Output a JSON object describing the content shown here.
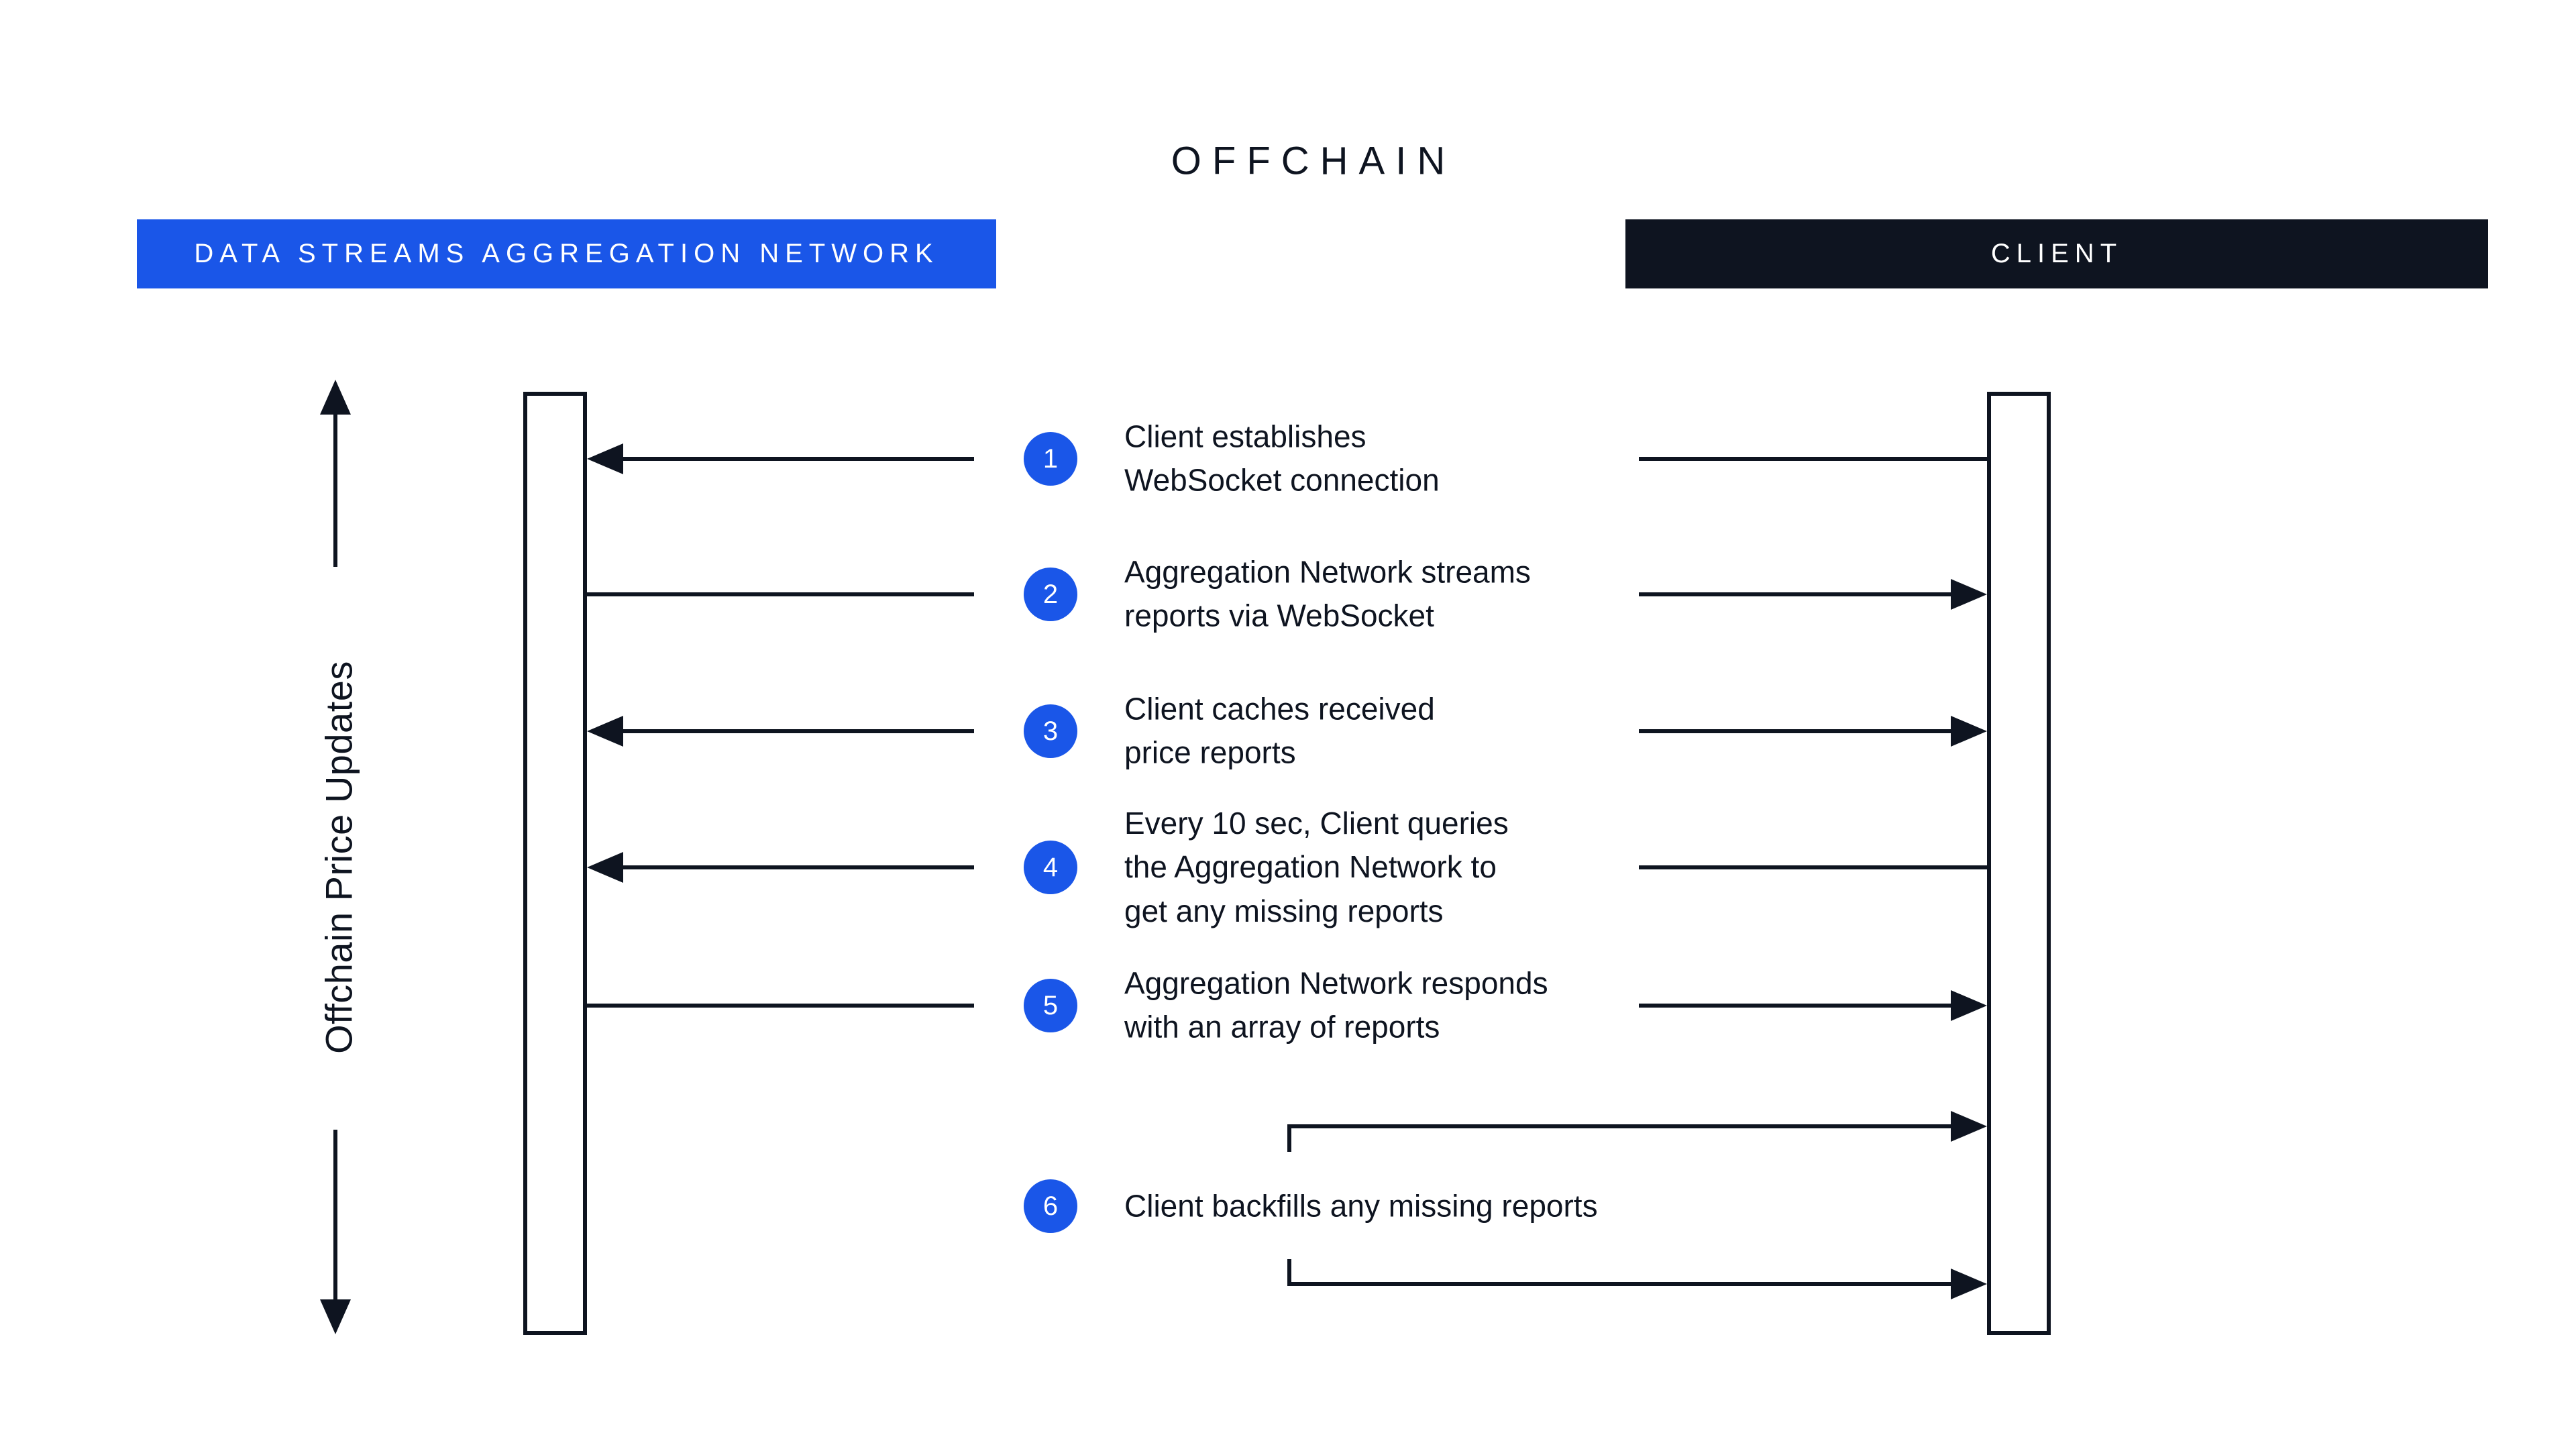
{
  "colors": {
    "ink": "#0E1420",
    "blue": "#1A56E8",
    "background": "#FFFFFF"
  },
  "title": "OFFCHAIN",
  "lanes": {
    "left": {
      "label": "DATA STREAMS AGGREGATION NETWORK"
    },
    "right": {
      "label": "CLIENT"
    }
  },
  "axis": {
    "label": "Offchain Price Updates"
  },
  "messages": [
    {
      "number": "1",
      "text": "Client establishes\nWebSocket connection"
    },
    {
      "number": "2",
      "text": "Aggregation Network streams\nreports via WebSocket"
    },
    {
      "number": "3",
      "text": "Client caches received\nprice reports"
    },
    {
      "number": "4",
      "text": "Every 10 sec, Client queries\nthe Aggregation Network to\nget any missing reports"
    },
    {
      "number": "5",
      "text": "Aggregation Network responds\nwith an array of reports"
    },
    {
      "number": "6",
      "text": "Client backfills any missing reports"
    }
  ]
}
